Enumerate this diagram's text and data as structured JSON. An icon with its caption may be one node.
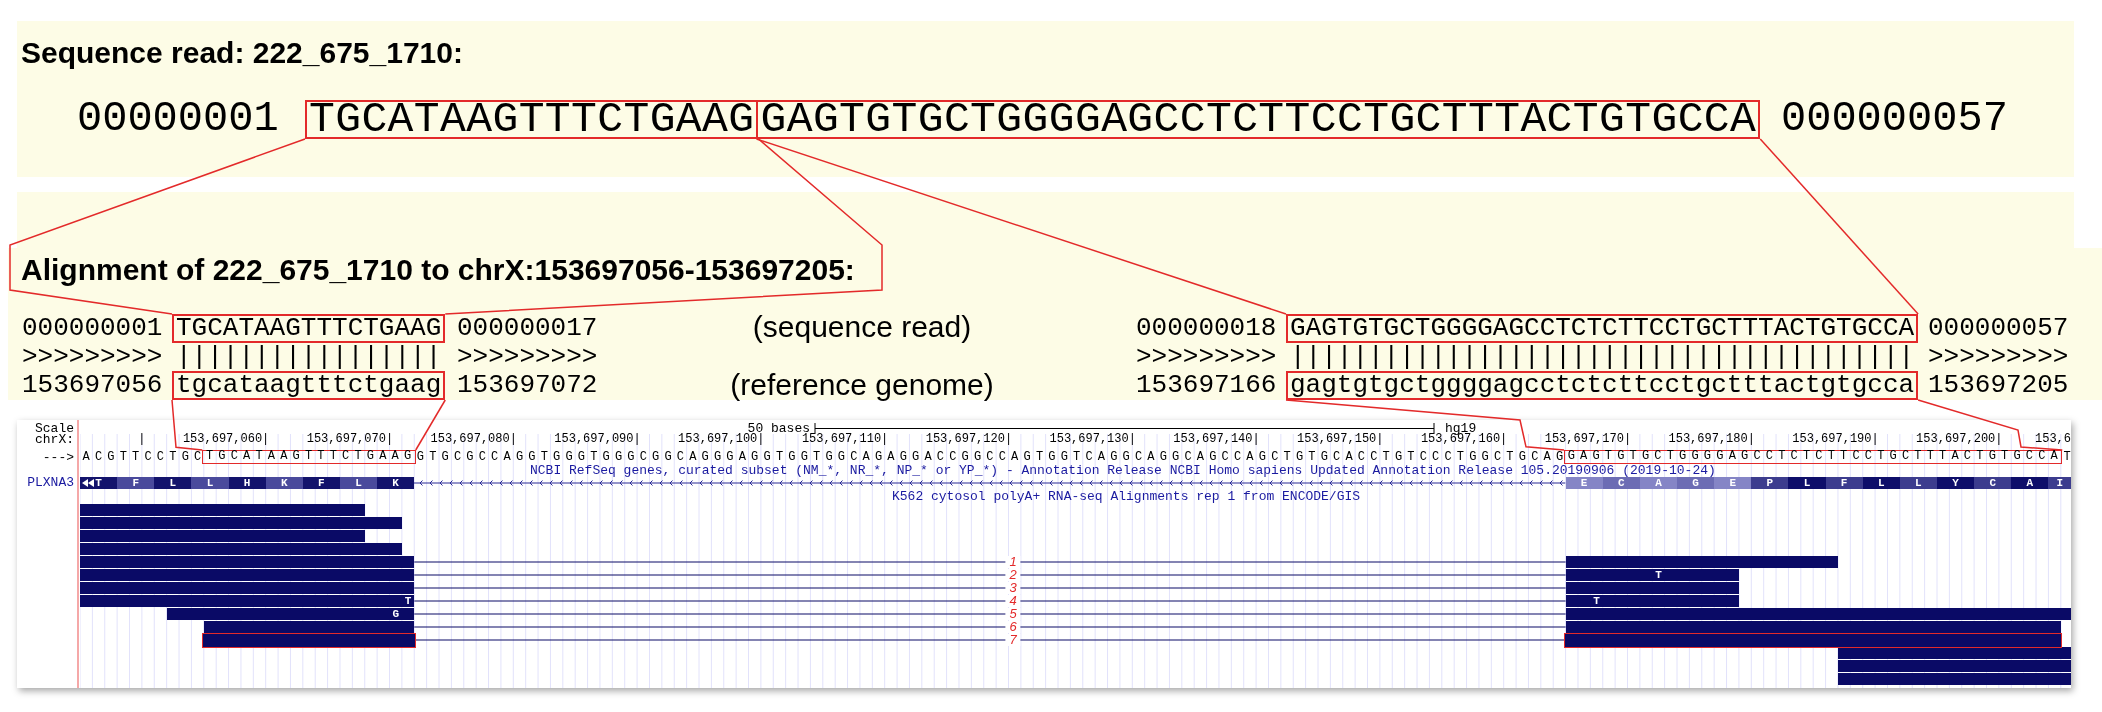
{
  "diagram": {
    "nodes": [
      {
        "text": [
          "TGCATAAGTTTCTGAAG"
        ]
      },
      {
        "text": [
          "GAGTGTGCTGGGGAGCCTCTTCCTGCTTTACTGTGCCA"
        ]
      },
      {
        "text": [
          "TGCATAAGTTTCTGAAG"
        ]
      },
      {
        "text": [
          "GAGTGTGCTGGGGAGCCTCTCTTCCTGCTTTACTGTGCCA"
        ]
      },
      {
        "text": [
          "tgcataagtttctgaag"
        ]
      },
      {
        "text": [
          "gagtgtgctggggagcctctcttcctgctttactgtgcca"
        ]
      },
      {
        "text": [
          "TGCATAAGTTTCTGAAG"
        ]
      },
      {
        "text": [
          "GAGTGTGCTGGGGAGCCTCTCTTCCTGCTTTACTGTGCCA"
        ]
      },
      {
        "text": [],
        "shape": "bar"
      },
      {
        "text": [],
        "shape": "bar"
      },
      {
        "text": [],
        "shape": "bar"
      },
      {
        "text": [
          "T"
        ]
      },
      {
        "text": [],
        "shape": "bar"
      },
      {
        "text": [],
        "shape": "bar"
      },
      {
        "text": [
          "T"
        ]
      },
      {
        "text": [
          "T"
        ]
      },
      {
        "text": [
          "G"
        ]
      },
      {
        "text": [],
        "shape": "bar"
      },
      {
        "text": [],
        "shape": "bar"
      },
      {
        "text": [],
        "shape": "bar"
      },
      {
        "text": [],
        "shape": "bar"
      },
      {
        "text": [],
        "shape": "bar"
      }
    ],
    "edges": [
      {
        "from": 0,
        "to": 2,
        "arrow": "none"
      },
      {
        "from": 0,
        "to": 2,
        "arrow": "none"
      },
      {
        "from": 1,
        "to": 3,
        "arrow": "none"
      },
      {
        "from": 1,
        "to": 3,
        "arrow": "none"
      },
      {
        "from": 4,
        "to": 6,
        "arrow": "none"
      },
      {
        "from": 4,
        "to": 6,
        "arrow": "none"
      },
      {
        "from": 5,
        "to": 7,
        "arrow": "none"
      },
      {
        "from": 5,
        "to": 7,
        "arrow": "none"
      },
      {
        "from": 8,
        "to": 9,
        "arrow": "none",
        "label": "1",
        "color": "#0a0a66"
      },
      {
        "from": 10,
        "to": 11,
        "arrow": "none",
        "label": "2",
        "color": "#0a0a66"
      },
      {
        "from": 12,
        "to": 13,
        "arrow": "none",
        "label": "3",
        "color": "#0a0a66"
      },
      {
        "from": 14,
        "to": 15,
        "arrow": "none",
        "label": "4",
        "color": "#0a0a66"
      },
      {
        "from": 16,
        "to": 17,
        "arrow": "none",
        "label": "5",
        "color": "#0a0a66"
      },
      {
        "from": 18,
        "to": 19,
        "arrow": "none",
        "label": "6",
        "color": "#0a0a66"
      },
      {
        "from": 20,
        "to": 21,
        "arrow": "none",
        "label": "7",
        "color": "#0a0a66"
      }
    ],
    "labels": [
      "Sequence read: 222_675_1710:",
      "00000001",
      "000000057",
      "Alignment of 222_675_1710 to chrX:153697056-153697205:",
      "000000001",
      "000000017",
      "(sequence read)",
      "000000018",
      "000000057",
      ">>>>>>>>>",
      "|||||||||||||||||",
      ">>>>>>>>>",
      ">>>>>>>>>",
      "||||||||||||||||||||||||||||||||||||||||",
      ">>>>>>>>>",
      "153697056",
      "153697072",
      "(reference genome)",
      "153697166",
      "153697205",
      "Scale",
      "50 bases",
      "hg19",
      "chrX:",
      "|",
      "153,697,060|",
      "153,697,070|",
      "153,697,080|",
      "153,697,090|",
      "153,697,100|",
      "153,697,110|",
      "153,697,120|",
      "153,697,130|",
      "153,697,140|",
      "153,697,150|",
      "153,697,160|",
      "153,697,170|",
      "153,697,180|",
      "153,697,190|",
      "153,697,200|",
      "153,6",
      "--->",
      "ACGTTCCTGC",
      "GTGCGCCAGGTGGGTGGGCGGCAGGGAGGTGGTGGCAGAGGACCGGCCAGTGGTCAGGCAGGCAGCCAGCTGTGCACCTGTCCCTGGCTGCAG",
      "T",
      "NCBI RefSeq genes, curated subset (NM_*, NR_*, NP_* or YP_*) - Annotation Release NCBI Homo sapiens Updated Annotation Release 105.20190906 (2019-10-24)",
      "PLXNA3",
      "T",
      "F",
      "L",
      "L",
      "H",
      "K",
      "F",
      "L",
      "K",
      "E",
      "C",
      "A",
      "G",
      "E",
      "P",
      "L",
      "F",
      "L",
      "L",
      "Y",
      "C",
      "A",
      "I",
      "K562 cytosol polyA+ RNA-seq Alignments rep 1 from ENCODE/GIS"
    ]
  }
}
